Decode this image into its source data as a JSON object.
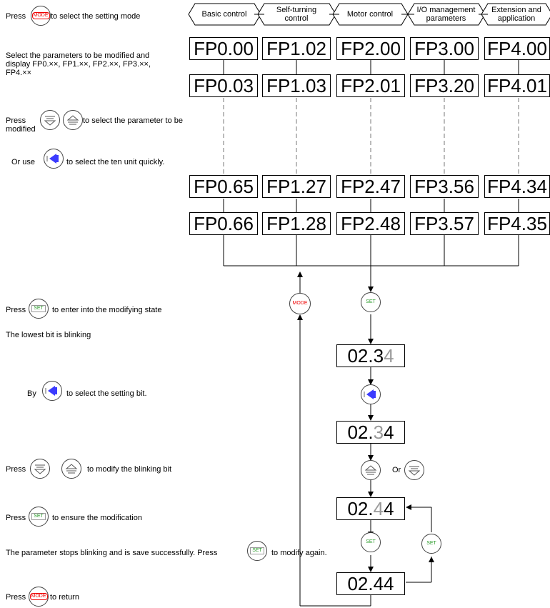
{
  "instructions": {
    "press": "Press",
    "select_mode_suffix": "to select the setting mode",
    "select_params_line1": "Select the parameters to be modified and",
    "select_params_line2": "display FP0.××, FP1.××, FP2.××, FP3.××,",
    "select_params_line3": "FP4.××",
    "select_param_suffix": "to select the parameter to be",
    "select_param_line2": "modified",
    "or_use": "Or use",
    "ten_unit_suffix": "to select the ten unit quickly.",
    "enter_modify_suffix": "to enter into the modifying state",
    "lowest_bit": "The lowest bit is blinking",
    "by": "By",
    "setting_bit_suffix": "to select the setting bit.",
    "modify_blinking_suffix": "to modify the blinking bit",
    "ensure_suffix": "to ensure the modification",
    "saved_text": "The parameter stops blinking and is save successfully. Press",
    "modify_again_suffix": "to modify again.",
    "return_suffix": "to return",
    "or": "Or"
  },
  "buttons": {
    "mode": "MODE",
    "set": "SET"
  },
  "headers": [
    {
      "line1": "Basic control",
      "line2": ""
    },
    {
      "line1": "Self-turning",
      "line2": "control"
    },
    {
      "line1": "Motor control",
      "line2": ""
    },
    {
      "line1": "I/O management",
      "line2": "parameters"
    },
    {
      "line1": "Extension and",
      "line2": "application"
    }
  ],
  "codes": {
    "row1": [
      "FP0.00",
      "FP1.02",
      "FP2.00",
      "FP3.00",
      "FP4.00"
    ],
    "row2": [
      "FP0.03",
      "FP1.03",
      "FP2.01",
      "FP3.20",
      "FP4.01"
    ],
    "row3": [
      "FP0.65",
      "FP1.27",
      "FP2.47",
      "FP3.56",
      "FP4.34"
    ],
    "row4": [
      "FP0.66",
      "FP1.28",
      "FP2.48",
      "FP3.57",
      "FP4.35"
    ]
  },
  "values": {
    "v1_prefix": "02.3",
    "v1_blink": "4",
    "v1_suffix": "",
    "v2_prefix": "02.",
    "v2_blink": "3",
    "v2_suffix": "4",
    "v3_prefix": "02.",
    "v3_blink": "4",
    "v3_suffix": "4",
    "v4": "02.44"
  },
  "colors": {
    "mode_text": "#e00000",
    "set_text": "#2a9a2a",
    "shift_button": "#3b3bff",
    "blink": "#999999"
  }
}
